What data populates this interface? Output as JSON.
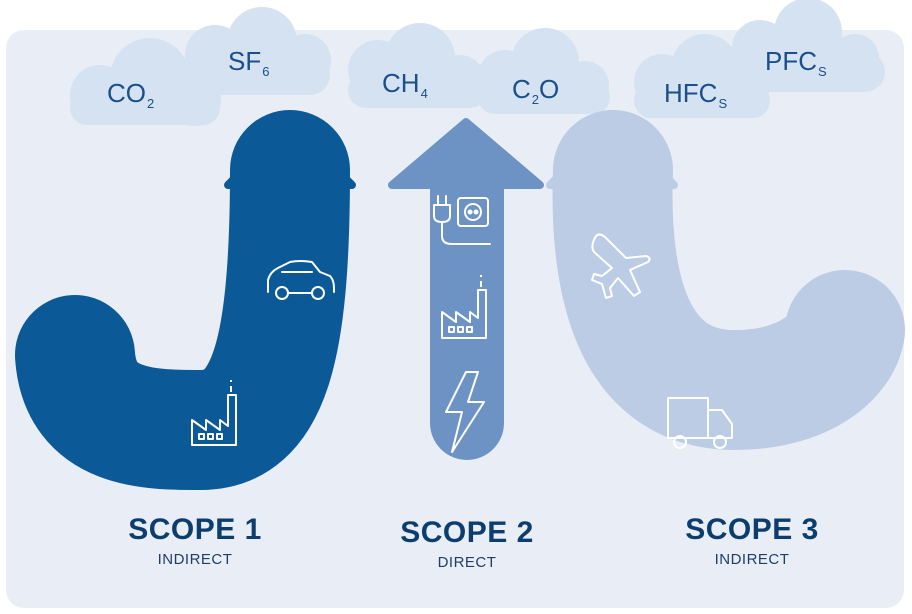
{
  "colors": {
    "background": "#e9eef6",
    "cloud": "#d4e2f1",
    "scope1": "#0b5a97",
    "scope2": "#6d93c5",
    "scope3": "#bcccE4",
    "text_dark": "#0b3d6e"
  },
  "clouds": [
    {
      "formula": "CO",
      "subscript": "2"
    },
    {
      "formula": "SF",
      "subscript": "6"
    },
    {
      "formula": "CH",
      "subscript": "4"
    },
    {
      "formula": "C",
      "subscript": "2",
      "formula_tail": "O"
    },
    {
      "formula": "HFC",
      "subscript": "S"
    },
    {
      "formula": "PFC",
      "subscript": "S"
    }
  ],
  "scopes": [
    {
      "title": "SCOPE 1",
      "kind": "INDIRECT",
      "icons": [
        "car-icon",
        "factory-icon"
      ]
    },
    {
      "title": "SCOPE 2",
      "kind": "DIRECT",
      "icons": [
        "plug-socket-icon",
        "factory-icon",
        "lightning-icon"
      ]
    },
    {
      "title": "SCOPE 3",
      "kind": "INDIRECT",
      "icons": [
        "airplane-icon",
        "truck-icon"
      ]
    }
  ]
}
